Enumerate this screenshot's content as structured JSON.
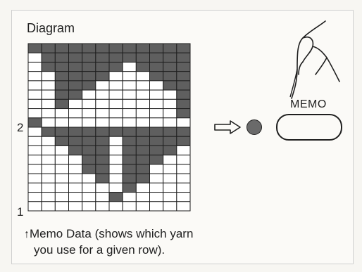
{
  "diagram": {
    "title": "Diagram",
    "row_label_bottom": "1",
    "row_label_middle": "2",
    "memo_button_label": "MEMO",
    "footnote_line1": "Memo Data (shows which yarn",
    "footnote_line2": "you use for a given row).",
    "filled_color": "#5f5f5f",
    "empty_color": "#ffffff",
    "grid_line_color": "#1f1f1f",
    "indicator_color": "#6a6a6a",
    "grid": {
      "columns": 12,
      "rows": [
        "############",
        ".###########",
        ".######.####",
        "..####...###",
        "..###.....##",
        "..##.......#",
        "..#........#",
        "...........#",
        "#...........",
        ".###########",
        "..####.#####",
        "...###.####.",
        "....##.###..",
        "....##.##...",
        ".....#.##...",
        ".......#....",
        "......#.....",
        "............"
      ]
    }
  }
}
